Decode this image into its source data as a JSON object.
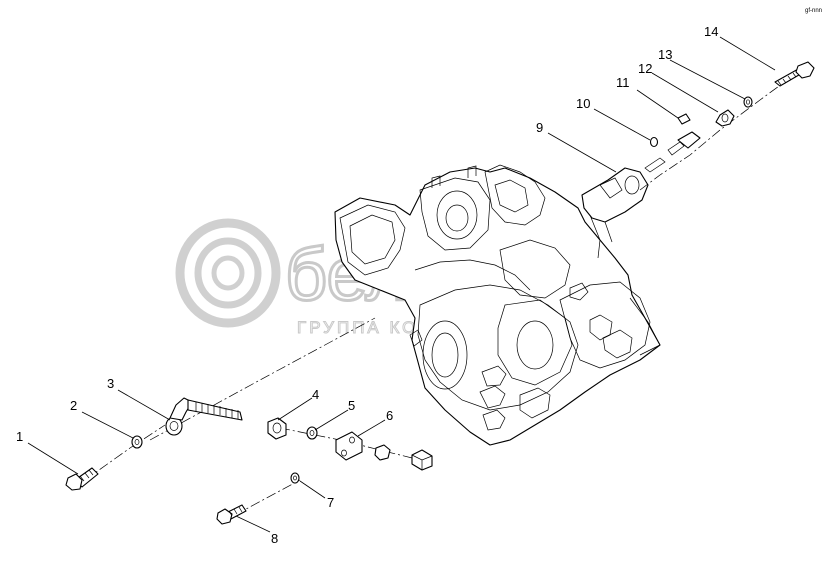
{
  "watermark": {
    "brand": "белагро",
    "tagline": "ГРУППА КОМПАНИЙ"
  },
  "corner_mark": "gf-nnn",
  "callouts": [
    {
      "id": "c1",
      "label": "1"
    },
    {
      "id": "c2",
      "label": "2"
    },
    {
      "id": "c3",
      "label": "3"
    },
    {
      "id": "c4",
      "label": "4"
    },
    {
      "id": "c5",
      "label": "5"
    },
    {
      "id": "c6",
      "label": "6"
    },
    {
      "id": "c7",
      "label": "7"
    },
    {
      "id": "c8",
      "label": "8"
    },
    {
      "id": "c9",
      "label": "9"
    },
    {
      "id": "c10",
      "label": "10"
    },
    {
      "id": "c11",
      "label": "11"
    },
    {
      "id": "c12",
      "label": "12"
    },
    {
      "id": "c13",
      "label": "13"
    },
    {
      "id": "c14",
      "label": "14"
    }
  ]
}
